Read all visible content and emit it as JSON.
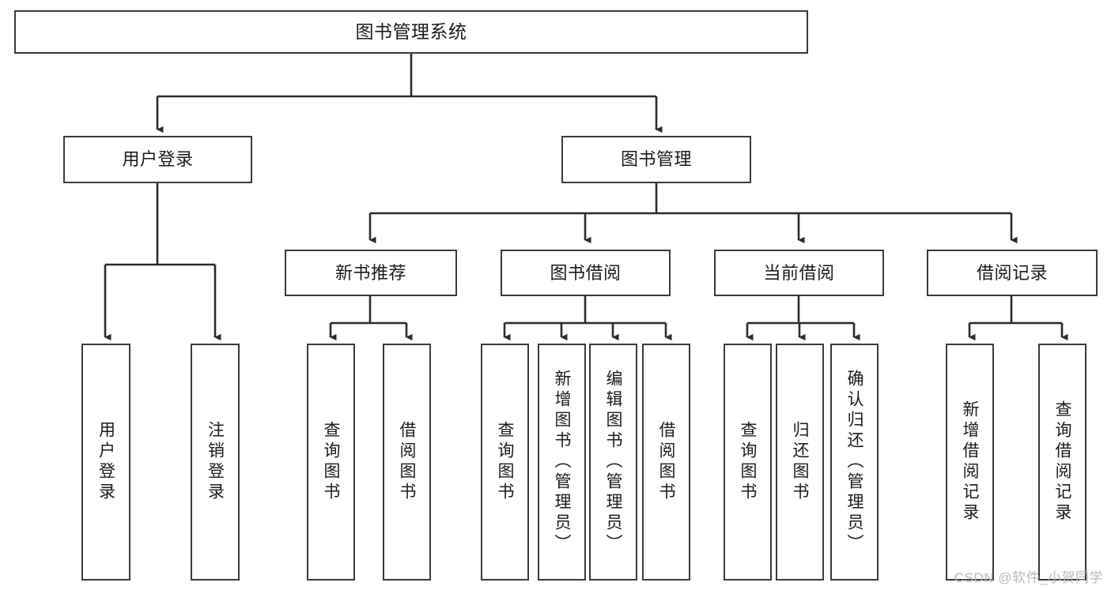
{
  "diagram": {
    "type": "hierarchy-tree",
    "title": "图书管理系统",
    "root": {
      "label": "图书管理系统"
    },
    "level2": [
      {
        "id": "user-login",
        "label": "用户登录"
      },
      {
        "id": "book-management",
        "label": "图书管理"
      }
    ],
    "level3": [
      {
        "id": "new-book-recommend",
        "label": "新书推荐",
        "parent": "book-management"
      },
      {
        "id": "book-borrow",
        "label": "图书借阅",
        "parent": "book-management"
      },
      {
        "id": "current-borrow",
        "label": "当前借阅",
        "parent": "book-management"
      },
      {
        "id": "borrow-record",
        "label": "借阅记录",
        "parent": "book-management"
      }
    ],
    "leaves": {
      "user_login": [
        {
          "id": "leaf-user-login",
          "label": "用户登录"
        },
        {
          "id": "leaf-logout-login",
          "label": "注销登录"
        }
      ],
      "new_book_recommend": [
        {
          "id": "leaf-query-book-1",
          "label": "查询图书"
        },
        {
          "id": "leaf-borrow-book-1",
          "label": "借阅图书"
        }
      ],
      "book_borrow": [
        {
          "id": "leaf-query-book-2",
          "label": "查询图书"
        },
        {
          "id": "leaf-add-book",
          "label": "新增图书（管理员）"
        },
        {
          "id": "leaf-edit-book",
          "label": "编辑图书（管理员）"
        },
        {
          "id": "leaf-borrow-book-2",
          "label": "借阅图书"
        }
      ],
      "current_borrow": [
        {
          "id": "leaf-query-book-3",
          "label": "查询图书"
        },
        {
          "id": "leaf-return-book",
          "label": "归还图书"
        },
        {
          "id": "leaf-confirm-return",
          "label": "确认归还（管理员）"
        }
      ],
      "borrow_record": [
        {
          "id": "leaf-add-borrow-record",
          "label": "新增借阅记录"
        },
        {
          "id": "leaf-query-borrow-record",
          "label": "查询借阅记录"
        }
      ]
    },
    "watermark": "CSDN @软件_小贺同学",
    "colors": {
      "stroke": "#3a3a3a",
      "fill": "#ffffff",
      "text": "#1a1a1a",
      "watermark": "#b9b9b9"
    }
  }
}
